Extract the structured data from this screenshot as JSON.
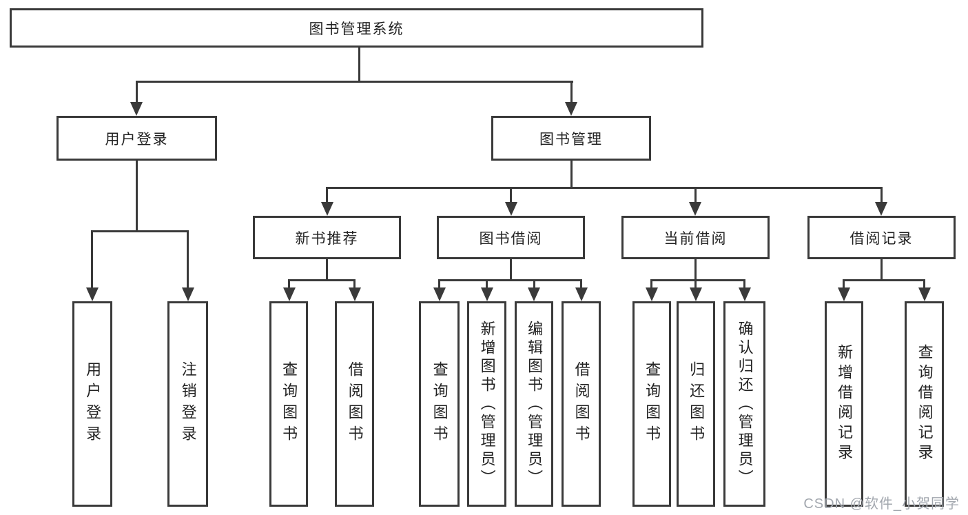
{
  "tree": {
    "label": "图书管理系统",
    "children": [
      {
        "label": "用户登录",
        "children": [
          {
            "label": "用户登录"
          },
          {
            "label": "注销登录"
          }
        ]
      },
      {
        "label": "图书管理",
        "children": [
          {
            "label": "新书推荐",
            "children": [
              {
                "label": "查询图书"
              },
              {
                "label": "借阅图书"
              }
            ]
          },
          {
            "label": "图书借阅",
            "children": [
              {
                "label": "查询图书"
              },
              {
                "label": "新增图书（管理员）"
              },
              {
                "label": "编辑图书（管理员）"
              },
              {
                "label": "借阅图书"
              }
            ]
          },
          {
            "label": "当前借阅",
            "children": [
              {
                "label": "查询图书"
              },
              {
                "label": "归还图书"
              },
              {
                "label": "确认归还（管理员）"
              }
            ]
          },
          {
            "label": "借阅记录",
            "children": [
              {
                "label": "新增借阅记录"
              },
              {
                "label": "查询借阅记录"
              }
            ]
          }
        ]
      }
    ]
  },
  "watermark": {
    "text": "CSDN @软件_小贺同学"
  },
  "colors": {
    "line": "#3a3a3a",
    "text": "#222222",
    "watermark": "#a2a7ae",
    "background": "#ffffff"
  }
}
